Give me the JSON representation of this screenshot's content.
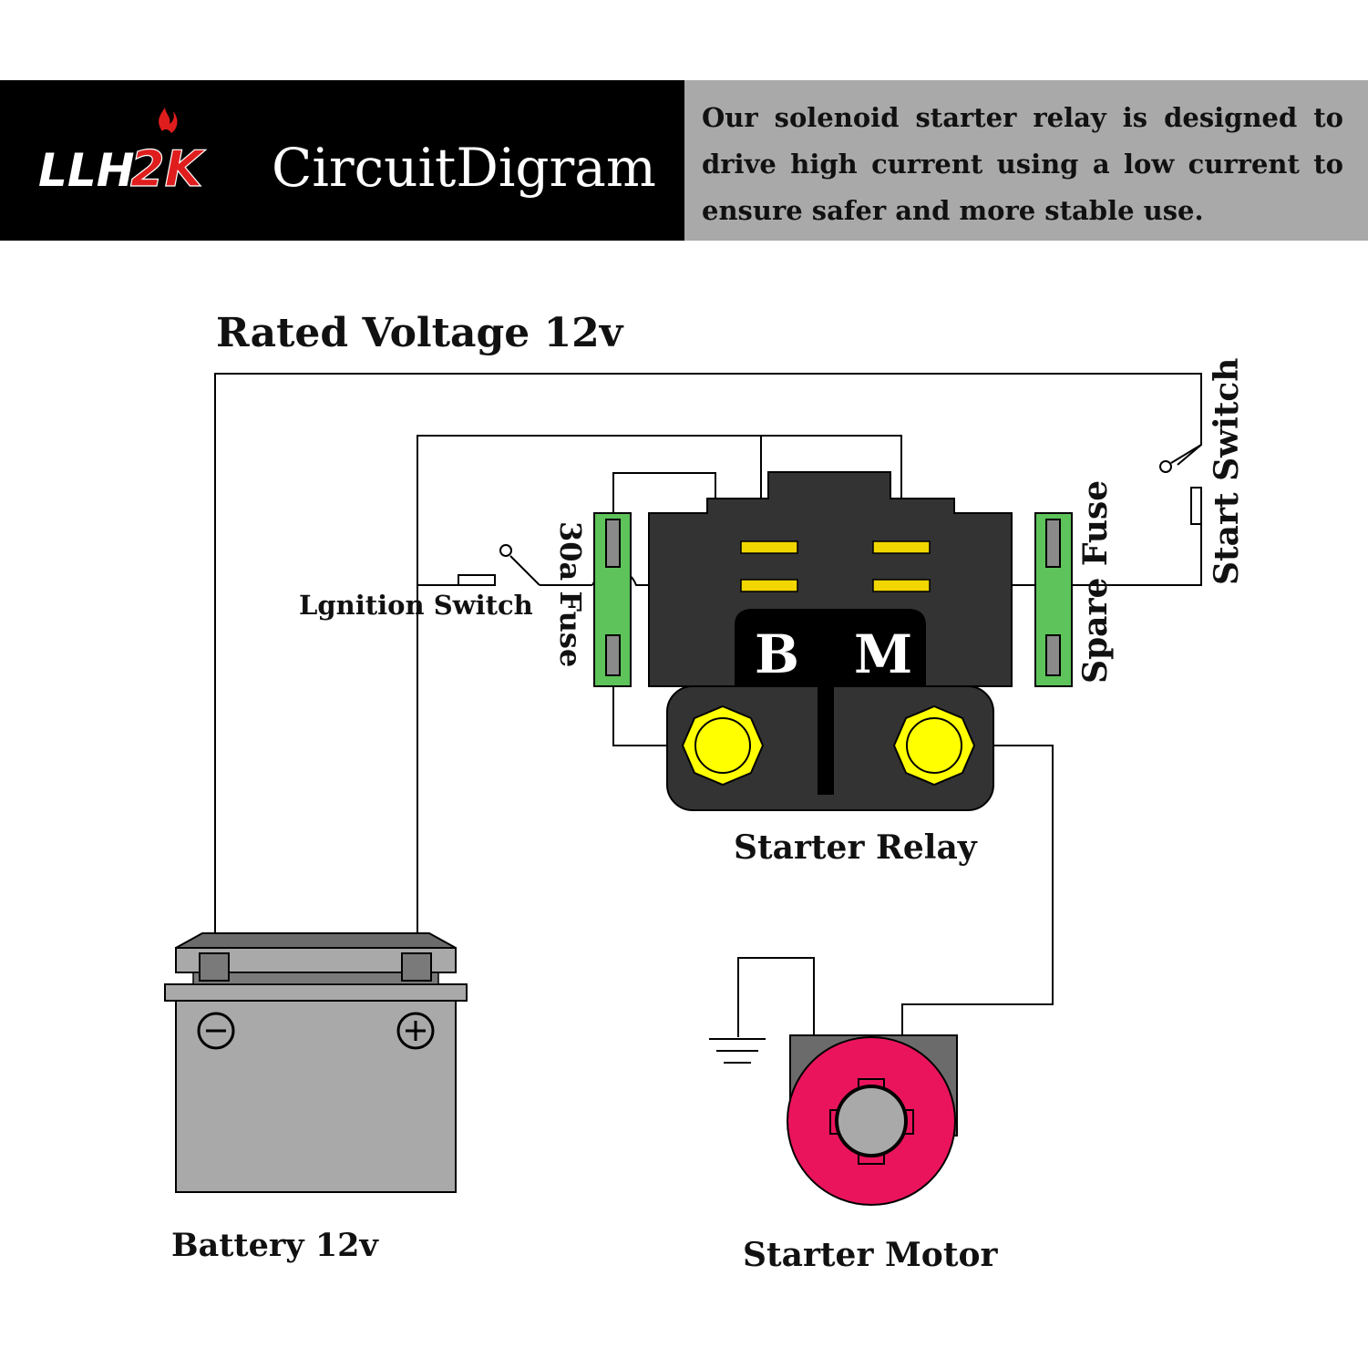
{
  "header": {
    "brand_prefix": "LLH",
    "brand_suffix": "2K",
    "title": "CircuitDigram",
    "description": "Our solenoid starter relay is designed to drive high current using a low current to ensure safer and more stable use."
  },
  "labels": {
    "rated_voltage": "Rated Voltage 12v",
    "ignition_switch": "Lgnition Switch",
    "fuse_30a": "30a Fuse",
    "spare_fuse": "Spare Fuse",
    "start_switch": "Start Switch",
    "terminal_b": "B",
    "terminal_m": "M",
    "starter_relay": "Starter Relay",
    "battery": "Battery 12v",
    "starter_motor": "Starter Motor",
    "battery_negative": "⊖",
    "battery_positive": "⊕"
  },
  "colors": {
    "header_dark": "#000000",
    "header_gray": "#a9a9a9",
    "relay_body": "#333333",
    "fuse_green": "#5dc35a",
    "terminal_yellow": "#ffff00",
    "contact_yellow": "#f2d600",
    "motor_pink": "#ea145c",
    "battery_gray": "#a9a9a9"
  },
  "icons": {
    "logo": "flame-logo-icon",
    "ground": "ground-symbol-icon",
    "switch": "switch-icon"
  }
}
